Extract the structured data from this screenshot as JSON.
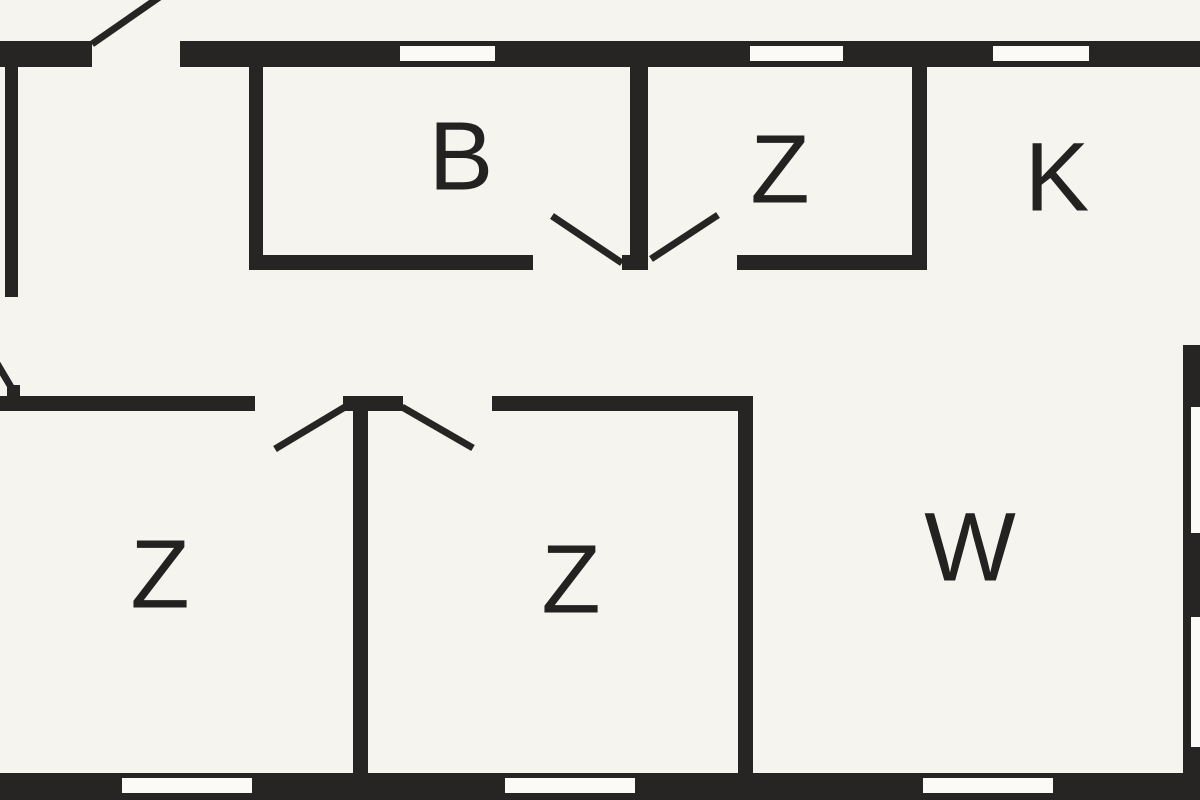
{
  "diagram": {
    "type": "floor-plan",
    "colors": {
      "background": "#f6f4ef",
      "wall": "#272523",
      "window_fill": "#fbfaf6",
      "label_text": "#242220"
    },
    "rooms": [
      {
        "id": "room-b-top",
        "label": "B"
      },
      {
        "id": "room-z-top",
        "label": "Z"
      },
      {
        "id": "room-k-top-right",
        "label": "K"
      },
      {
        "id": "room-z-bottom-left",
        "label": "Z"
      },
      {
        "id": "room-z-bottom-mid",
        "label": "Z"
      },
      {
        "id": "room-w-bottom-right",
        "label": "W"
      }
    ],
    "counts": {
      "windows": 8,
      "door_swings": 6
    }
  }
}
